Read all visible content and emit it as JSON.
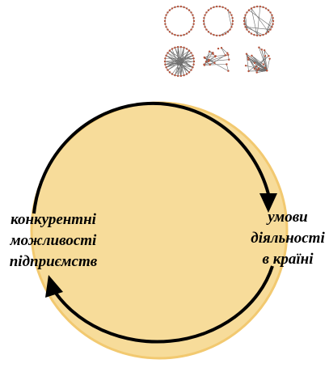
{
  "diagram": {
    "fill_color": "#f7dc9a",
    "stroke_color": "#f2c970",
    "arrow_color": "#000000",
    "thumb_line_color": "#6d6d6d",
    "thumb_node_color": "#b5523a",
    "left_label": {
      "line1": "конкурентні",
      "line2": "можливості",
      "line3": "підприємств"
    },
    "right_label": {
      "line1": "умови",
      "line2": "діяльності",
      "line3": "в країні"
    }
  }
}
